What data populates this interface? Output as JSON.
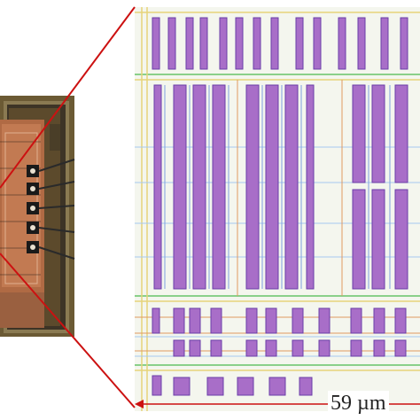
{
  "figure": {
    "scale_bar_label": "59 µm",
    "colors": {
      "zoom_lines": "#cc1111",
      "scale_bar": "#cc1111",
      "metal_fill": "#a86ec8",
      "metal_stroke": "#6a3da8",
      "poly_lines": "#7ea0e0",
      "rails_green": "#8ad08a",
      "rails_yellow": "#e6d47a",
      "routing_orange": "#e09a60",
      "chip_substrate": "#5a4a2e",
      "die_core": "#b8704a",
      "bond_pads": "#1a1a1a"
    },
    "icons": [
      "chip-die-photo",
      "layout-crop",
      "zoom-lines",
      "scale-bar"
    ]
  }
}
